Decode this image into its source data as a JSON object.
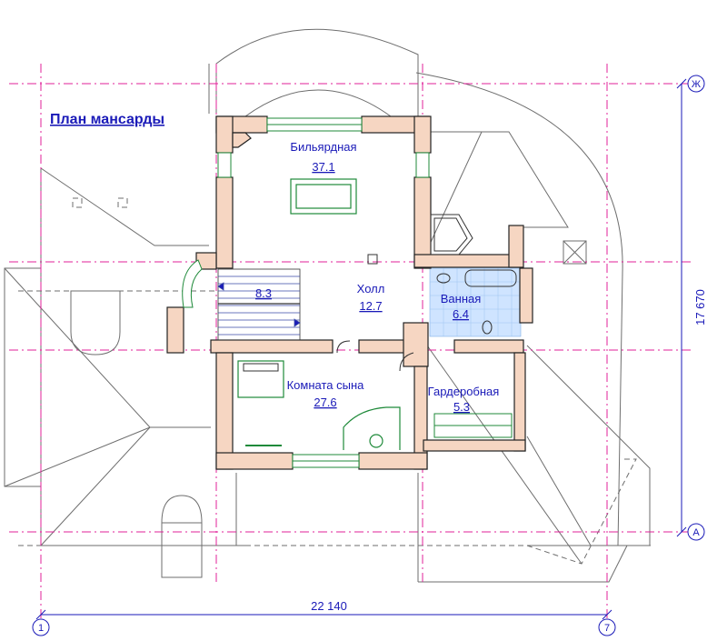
{
  "title": "План мансарды",
  "rooms": {
    "billiard": {
      "name": "Бильярдная",
      "area": "37.1"
    },
    "hall": {
      "name": "Холл",
      "area": "12.7"
    },
    "stairs": {
      "area": "8.3"
    },
    "bathroom": {
      "name": "Ванная",
      "area": "6.4"
    },
    "son_room": {
      "name": "Комната сына",
      "area": "27.6"
    },
    "wardrobe": {
      "name": "Гардеробная",
      "area": "5.3"
    }
  },
  "dimensions": {
    "width": "22 140",
    "height": "17 670"
  },
  "axes": {
    "left": "1",
    "right": "7",
    "top": "Ж",
    "bottom": "А"
  },
  "colors": {
    "label": "#1a1ab8",
    "grid": "#e0209a",
    "wall_fill": "#f6d6c2",
    "window": "#1f8a3a",
    "bath_tile": "#cfe4ff"
  }
}
